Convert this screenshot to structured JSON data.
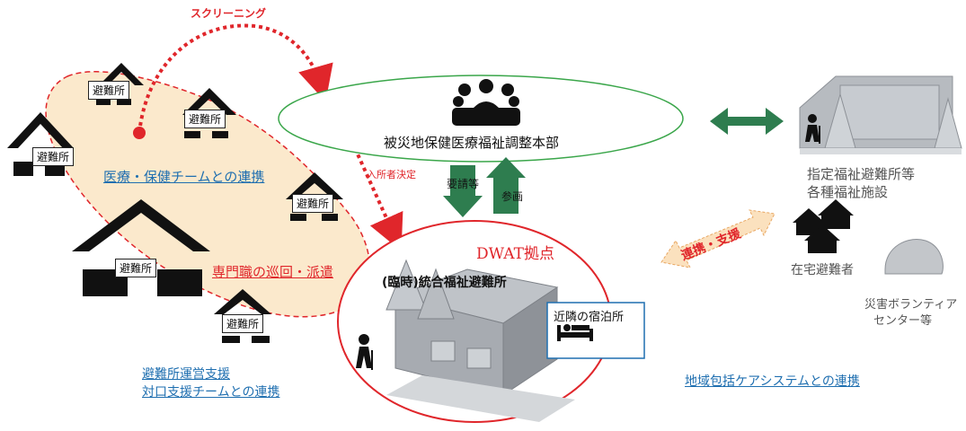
{
  "colors": {
    "accent_red": "#e0262b",
    "link_blue": "#1f6fb0",
    "green": "#2e7d4f",
    "peach": "#fbe9cc",
    "ellipse_green": "#3aa64a",
    "gray": "#9a9a9a"
  },
  "labels": {
    "screening": "スクリーニング",
    "shelter": "避難所",
    "hq": "被災地保健医療福祉調整本部",
    "admission": "入所者決定",
    "request": "要請等",
    "participation": "参画",
    "dwat": "DWAT拠点",
    "medical_link": "医療・保健チームとの連携",
    "specialist": "専門職の巡回・派遣",
    "integrated": "(臨時)統合福祉避難所",
    "lodging": "近隣の宿泊所",
    "shelter_support_1": "避難所運営支援",
    "shelter_support_2": "対口支援チームとの連携",
    "designated_1": "指定福祉避難所等",
    "designated_2": "各種福祉施設",
    "cooperation": "連携・支援",
    "home_evac": "在宅避難者",
    "volunteer_1": "災害ボランティア",
    "volunteer_2": "センター等",
    "community": "地域包括ケアシステムとの連携"
  },
  "icons": {
    "meeting": "people-meeting-icon",
    "house": "house-icon",
    "bed": "bed-icon",
    "elder": "elderly-person-icon",
    "double_arrow": "double-arrow-icon"
  }
}
